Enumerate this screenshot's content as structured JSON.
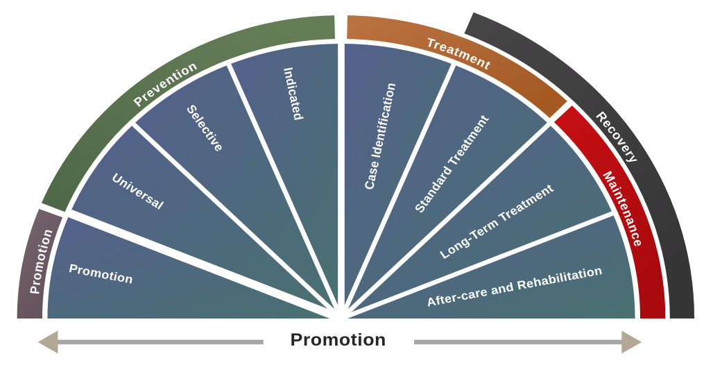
{
  "diagram": {
    "name": "mental-health-intervention-spectrum-fan",
    "outer_bands": [
      {
        "id": "promotion",
        "label": "Promotion",
        "color": "#6e5c66"
      },
      {
        "id": "prevention",
        "label": "Prevention",
        "color": "#5b734e"
      },
      {
        "id": "treatment",
        "label": "Treatment",
        "color": "#b2672f"
      },
      {
        "id": "maintenance",
        "label": "Maintenance",
        "color": "#bd0d11"
      },
      {
        "id": "recovery",
        "label": "Recovery",
        "color": "#3e3d3e"
      }
    ],
    "wedges": [
      {
        "label": "Promotion"
      },
      {
        "label": "Universal"
      },
      {
        "label": "Selective"
      },
      {
        "label": "Indicated"
      },
      {
        "label": "Case Identification"
      },
      {
        "label": "Standard Treatment"
      },
      {
        "label": "Long-Term Treatment"
      },
      {
        "label": "After-care and Rehabilitation"
      }
    ],
    "wedge_color": "#4e6880",
    "bottom_axis": {
      "label": "Promotion",
      "arrow_color": "#a6a6a6"
    }
  }
}
